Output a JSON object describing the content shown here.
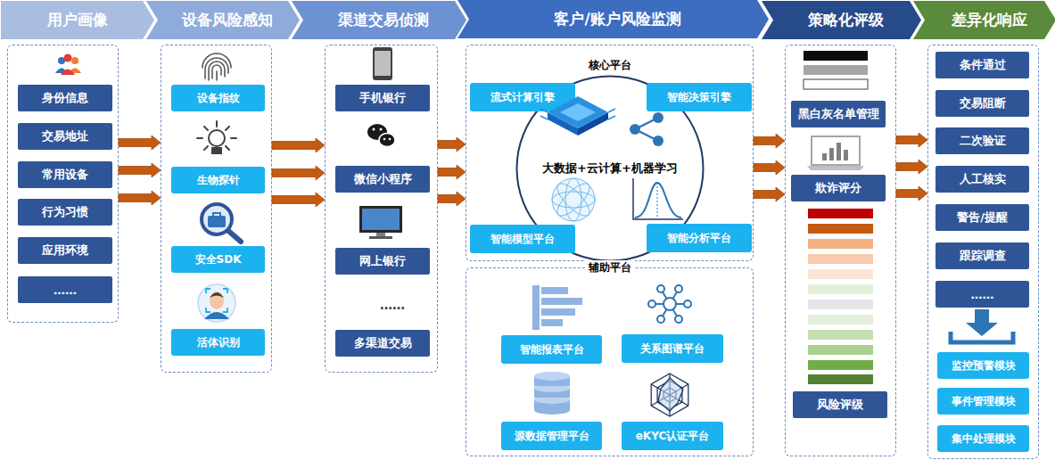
{
  "diagram": {
    "nodes": [
      {
        "text": [
          "用户画像"
        ]
      },
      {
        "text": [
          "身份信息"
        ],
        "in": 0
      },
      {
        "text": [
          "交易地址"
        ],
        "in": 0
      },
      {
        "text": [
          "常用设备"
        ],
        "in": 0
      },
      {
        "text": [
          "行为习惯"
        ],
        "in": 0
      },
      {
        "text": [
          "应用环境"
        ],
        "in": 0
      },
      {
        "text": [
          "……"
        ],
        "in": 0
      },
      {
        "text": [
          "设备风险感知"
        ]
      },
      {
        "text": [
          "设备指纹"
        ],
        "in": 7
      },
      {
        "text": [
          "生物探针"
        ],
        "in": 7
      },
      {
        "text": [
          "安全SDK"
        ],
        "in": 7
      },
      {
        "text": [
          "活体识别"
        ],
        "in": 7
      },
      {
        "text": [
          "渠道交易侦测"
        ]
      },
      {
        "text": [
          "手机银行"
        ],
        "in": 12
      },
      {
        "text": [
          "微信小程序"
        ],
        "in": 12
      },
      {
        "text": [
          "网上银行"
        ],
        "in": 12
      },
      {
        "text": [
          "多渠道交易"
        ],
        "in": 12
      },
      {
        "text": [
          "客户/账户风险监测"
        ]
      },
      {
        "text": [
          "核心平台"
        ],
        "in": 17
      },
      {
        "text": [
          "大数据+云计算+机器学习"
        ],
        "in": 18
      },
      {
        "text": [
          "流式计算引擎"
        ],
        "in": 18
      },
      {
        "text": [
          "智能决策引擎"
        ],
        "in": 18
      },
      {
        "text": [
          "智能模型平台"
        ],
        "in": 18
      },
      {
        "text": [
          "智能分析平台"
        ],
        "in": 18
      },
      {
        "text": [
          "辅助平台"
        ],
        "in": 17
      },
      {
        "text": [
          "智能报表平台"
        ],
        "in": 24
      },
      {
        "text": [
          "关系图谱平台"
        ],
        "in": 24
      },
      {
        "text": [
          "源数据管理平台"
        ],
        "in": 24
      },
      {
        "text": [
          "eKYC认证平台"
        ],
        "in": 24
      },
      {
        "text": [
          "策略化评级"
        ]
      },
      {
        "text": [
          "黑白灰名单管理"
        ],
        "in": 29
      },
      {
        "text": [
          "欺诈评分"
        ],
        "in": 29
      },
      {
        "text": [
          "风险评级"
        ],
        "in": 29
      },
      {
        "text": [
          "差异化响应"
        ]
      },
      {
        "text": [
          "条件通过"
        ],
        "in": 33
      },
      {
        "text": [
          "交易阻断"
        ],
        "in": 33
      },
      {
        "text": [
          "二次验证"
        ],
        "in": 33
      },
      {
        "text": [
          "人工核实"
        ],
        "in": 33
      },
      {
        "text": [
          "警告/提醒"
        ],
        "in": 33
      },
      {
        "text": [
          "跟踪调查"
        ],
        "in": 33
      },
      {
        "text": [
          "……"
        ],
        "in": 33
      },
      {
        "text": [
          "监控预警模块"
        ],
        "in": 33
      },
      {
        "text": [
          "事件管理模块"
        ],
        "in": 33
      },
      {
        "text": [
          "集中处理模块"
        ],
        "in": 33
      }
    ],
    "edges": [
      {
        "from": 0,
        "to": 7,
        "arrow": "to"
      },
      {
        "from": 0,
        "to": 7,
        "arrow": "to"
      },
      {
        "from": 0,
        "to": 7,
        "arrow": "to"
      },
      {
        "from": 7,
        "to": 12,
        "arrow": "to"
      },
      {
        "from": 7,
        "to": 12,
        "arrow": "to"
      },
      {
        "from": 7,
        "to": 12,
        "arrow": "to"
      },
      {
        "from": 12,
        "to": 18,
        "arrow": "to"
      },
      {
        "from": 12,
        "to": 18,
        "arrow": "to"
      },
      {
        "from": 12,
        "to": 18,
        "arrow": "to"
      },
      {
        "from": 18,
        "to": 29,
        "arrow": "to"
      },
      {
        "from": 18,
        "to": 29,
        "arrow": "to"
      },
      {
        "from": 18,
        "to": 29,
        "arrow": "to"
      },
      {
        "from": 29,
        "to": 33,
        "arrow": "to"
      },
      {
        "from": 29,
        "to": 33,
        "arrow": "to"
      },
      {
        "from": 29,
        "to": 33,
        "arrow": "to"
      }
    ],
    "labels": [
      "……"
    ]
  }
}
